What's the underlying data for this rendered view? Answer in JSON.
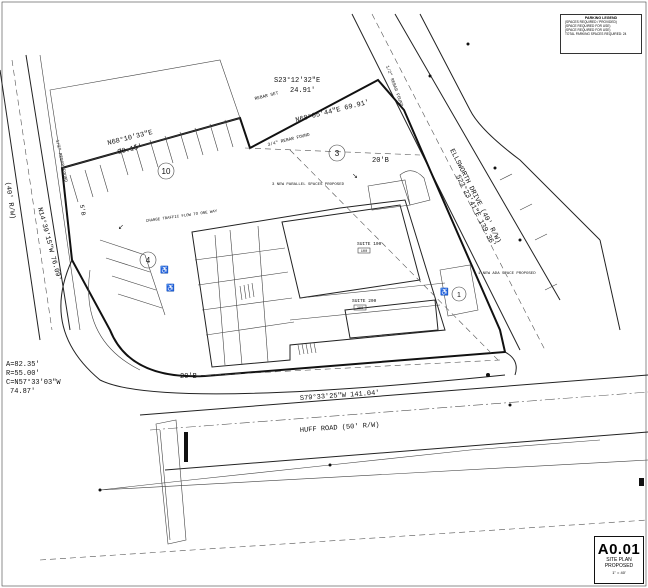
{
  "legend": {
    "title": "PARKING LEGEND",
    "lines": [
      "(SPACES REQUIRED / PROVIDED)",
      "(SPACE REQUIRED FOR USE)",
      "(SPACE REQUIRED FOR USE)",
      "TOTAL PARKING SPACES REQUIRED: 24"
    ]
  },
  "streets": {
    "huff_road": "HUFF ROAD (50' R/W)",
    "ellsworth_drive": "ELLSWORTH DRIVE (40' R/W)",
    "west_row": "(40' R/W)"
  },
  "bearings": {
    "top": "S23°12'32\"E",
    "top_dist": "24.91'",
    "north_mid": "N68°05'44\"E 69.91'",
    "north_left": "N68°10'33\"E",
    "north_left_dist": "98.15'",
    "east": "S23°23'41\"E 139.36'",
    "west": "N14°39'15\"W 76.09'",
    "south": "S79°33'25\"W 141.04'"
  },
  "curve": {
    "a": "A=82.35'",
    "r": "R=55.00'",
    "c": "C=N57°33'03\"W",
    "c_dist": "74.87'"
  },
  "notes": {
    "rebar_found": "1/2\" REBAR FOUND",
    "rebar_set": "REBAR SET",
    "rebar_found_34": "3/4\" REBAR FOUND",
    "rebar_found_12": "1/2\" REBAR FOUND",
    "rebar_found_west": "1/2\" REBAR FOUND",
    "parallel_spaces": "3 NEW PARALLEL SPACES PROPOSED",
    "traffic_flow": "CHANGE TRAFFIC FLOW TO ONE WAY",
    "ada_space": "1 NEW ADA SPACE PROPOSED",
    "setback_top": "20'B",
    "setback_bottom": "20'B",
    "setback_left": "5'B"
  },
  "suites": {
    "s100": "SUITE 100",
    "s100_tag": "100",
    "s200": "SUITE 200",
    "s200_tag": "200"
  },
  "parking_counts": [
    "10",
    "4",
    "3",
    "1"
  ],
  "title_block": {
    "number": "A0.01",
    "line1": "SITE PLAN",
    "line2": "PROPOSED",
    "scale": "1\" = 40'"
  }
}
